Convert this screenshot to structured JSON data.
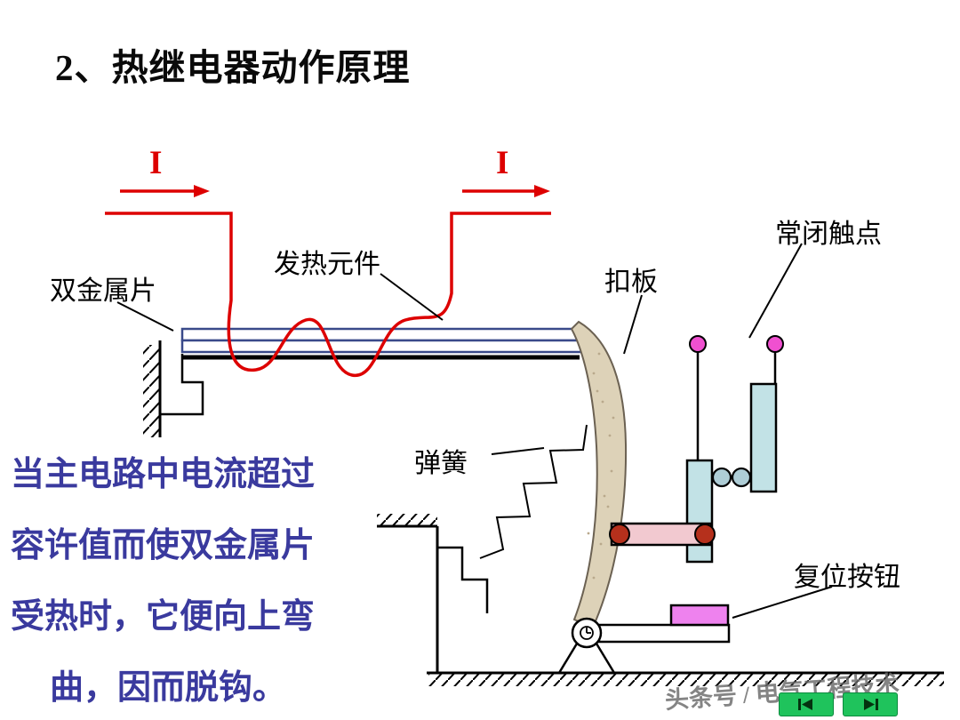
{
  "title": "2、热继电器动作原理",
  "diagram_labels": {
    "current_left": "I",
    "current_right": "I",
    "heating_element": "发热元件",
    "bimetallic_strip": "双金属片",
    "latch_plate": "扣板",
    "normally_closed_contact": "常闭触点",
    "spring": "弹簧",
    "reset_button": "复位按钮"
  },
  "body_lines": [
    "当主电路中电流超过",
    "容许值而使双金属片",
    "受热时，它便向上弯",
    "曲，因而脱钩。"
  ],
  "watermark": "头条号 / 电气工程技术",
  "nav": {
    "prev_icon": "previous-slide",
    "next_icon": "next-slide"
  },
  "colors": {
    "wire_current": "#dd0000",
    "body_text": "#3a3a9e",
    "latch_plate_fill": "#ddd2b8",
    "contact_terminal_pink": "#f050d0",
    "component_cyan": "#c2e2e6",
    "latch_bar_pink": "#f2c9d0",
    "terminal_dark_red": "#b5301c",
    "reset_button_pink": "#ee82ee",
    "nav_button_green": "#1fc35c",
    "strip_outline_navy": "#3a4a8a"
  }
}
